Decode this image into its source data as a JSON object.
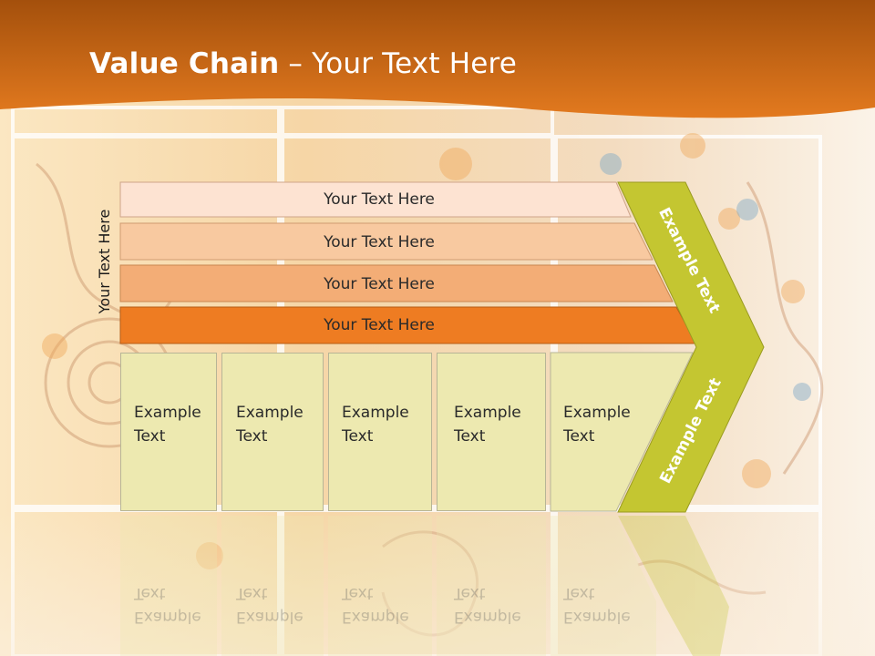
{
  "slide": {
    "title_bold": "Value Chain",
    "title_rest": " – Your Text Here"
  },
  "diagram": {
    "side_label": "Your Text Here",
    "bars": [
      {
        "label": "Your Text Here",
        "color": "#fde3d2"
      },
      {
        "label": "Your Text Here",
        "color": "#f8c9a0"
      },
      {
        "label": "Your Text Here",
        "color": "#f3ad76"
      },
      {
        "label": "Your Text Here",
        "color": "#ee7c22"
      }
    ],
    "boxes": [
      {
        "line1": "Example",
        "line2": "Text"
      },
      {
        "line1": "Example",
        "line2": "Text"
      },
      {
        "line1": "Example",
        "line2": "Text"
      },
      {
        "line1": "Example",
        "line2": "Text"
      },
      {
        "line1": "Example",
        "line2": "Text"
      }
    ],
    "chevron_upper": "Example Text",
    "chevron_lower": "Example Text",
    "box_color": "#ede9b0",
    "chevron_color": "#c4c631"
  },
  "colors": {
    "header_orange": "#e0731c",
    "header_dark": "#b85a10"
  }
}
